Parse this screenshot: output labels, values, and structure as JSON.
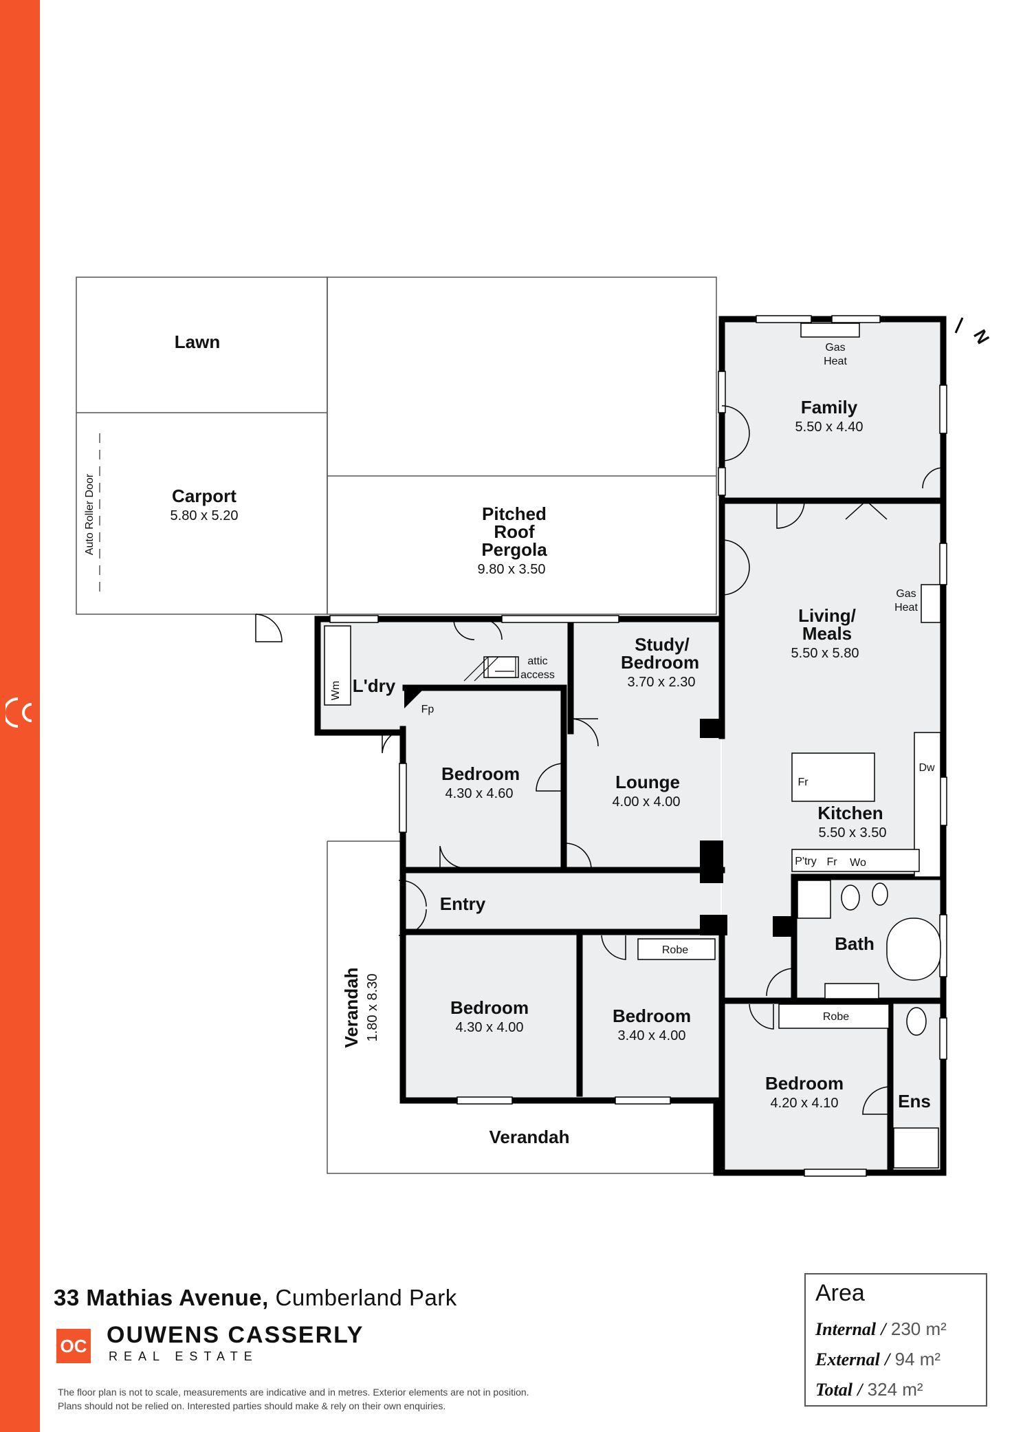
{
  "rooms": {
    "lawn": {
      "name": "Lawn"
    },
    "carport": {
      "name": "Carport",
      "dims": "5.80 x 5.20",
      "door_label": "Auto Roller Door"
    },
    "pergola": {
      "line1": "Pitched",
      "line2": "Roof",
      "line3": "Pergola",
      "dims": "9.80 x 3.50"
    },
    "family": {
      "name": "Family",
      "dims": "5.50 x 4.40",
      "heat_line1": "Gas",
      "heat_line2": "Heat"
    },
    "living": {
      "line1": "Living/",
      "line2": "Meals",
      "dims": "5.50 x 5.80",
      "heat_line1": "Gas",
      "heat_line2": "Heat"
    },
    "study": {
      "line1": "Study/",
      "line2": "Bedroom",
      "dims": "3.70 x 2.30"
    },
    "laundry": {
      "name": "L'dry",
      "wm": "Wm"
    },
    "attic": {
      "line1": "attic",
      "line2": "access"
    },
    "fireplace": "Fp",
    "bedroom1": {
      "name": "Bedroom",
      "dims": "4.30 x 4.60"
    },
    "lounge": {
      "name": "Lounge",
      "dims": "4.00 x 4.00"
    },
    "kitchen": {
      "name": "Kitchen",
      "dims": "5.50 x 3.50",
      "fr": "Fr",
      "dw": "Dw",
      "pantry": "P'try",
      "fr2": "Fr",
      "wo": "Wo"
    },
    "entry": {
      "name": "Entry"
    },
    "bath": {
      "name": "Bath"
    },
    "bedroom2": {
      "name": "Bedroom",
      "dims": "4.30 x 4.00"
    },
    "bedroom3": {
      "name": "Bedroom",
      "dims": "3.40 x 4.00",
      "robe": "Robe"
    },
    "bedroom4": {
      "name": "Bedroom",
      "dims": "4.20 x 4.10",
      "robe": "Robe"
    },
    "ensuite": {
      "name": "Ens"
    },
    "verandah_side": {
      "name": "Verandah",
      "dims": "1.80 x 8.30"
    },
    "verandah_front": {
      "name": "Verandah"
    },
    "compass": "N"
  },
  "footer": {
    "address_bold": "33 Mathias Avenue,",
    "address_rest": " Cumberland Park",
    "brand_logo": "OC",
    "brand_name": "OUWENS CASSERLY",
    "brand_sub": "REAL ESTATE",
    "disclaimer_line1": "The floor plan is not to scale, measurements are indicative and in metres. Exterior elements are not in position.",
    "disclaimer_line2": "Plans should not be relied on. Interested parties should make & rely on their own enquiries."
  },
  "area": {
    "title": "Area",
    "internal_label": "Internal",
    "internal_value": "230 m²",
    "external_label": "External",
    "external_value": "94 m²",
    "total_label": "Total",
    "total_value": "324 m²",
    "separator": "/"
  },
  "colors": {
    "accent": "#f4542a",
    "floor": "#eceef0",
    "wall": "#000000"
  }
}
